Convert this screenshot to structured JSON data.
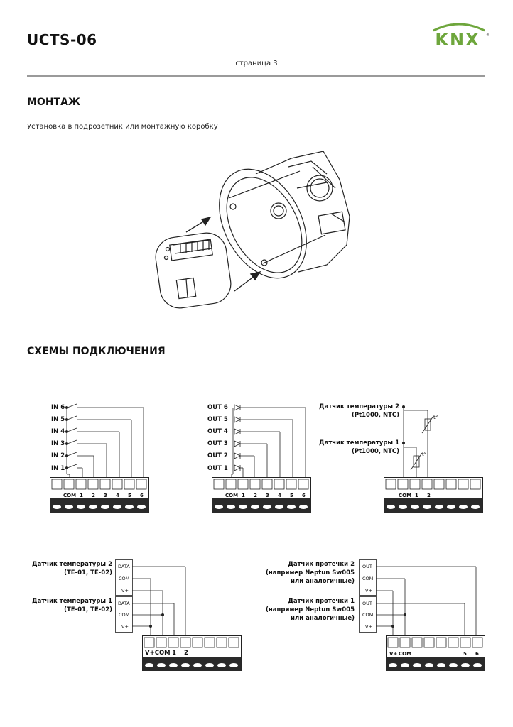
{
  "header": {
    "title": "UCTS-06",
    "logo_text": "KNX",
    "logo_mark": "®",
    "page": "страница 3"
  },
  "colors": {
    "brand_green": "#6ea63c",
    "brand_grey": "#555555",
    "rule": "#9a9a9a"
  },
  "mounting": {
    "title": "МОНТАЖ",
    "text": "Установка в подрозетник или монтажную коробку"
  },
  "wiring": {
    "title": "СХЕМЫ ПОДКЛЮЧЕНИЯ",
    "inputs": {
      "labels": [
        "IN 6",
        "IN 5",
        "IN 4",
        "IN 3",
        "IN 2",
        "IN 1"
      ],
      "terminals": [
        "COM",
        "1",
        "2",
        "3",
        "4",
        "5",
        "6"
      ]
    },
    "outputs": {
      "labels": [
        "OUT 6",
        "OUT 5",
        "OUT 4",
        "OUT 3",
        "OUT 2",
        "OUT 1"
      ],
      "terminals": [
        "COM",
        "1",
        "2",
        "3",
        "4",
        "5",
        "6"
      ]
    },
    "analog_temp": {
      "sensor2": [
        "Датчик температуры 2",
        "(Pt1000, NTC)"
      ],
      "sensor1": [
        "Датчик температуры 1",
        "(Pt1000, NTC)"
      ],
      "symbol": "t°",
      "terminals": [
        "COM",
        "1",
        "2"
      ]
    },
    "digital_temp": {
      "sensor2": [
        "Датчик температуры 2",
        "(TE-01, TE-02)"
      ],
      "sensor1": [
        "Датчик температуры 1",
        "(TE-01, TE-02)"
      ],
      "pins": [
        "DATA",
        "COM",
        "V+"
      ],
      "terminals": [
        "V+COM",
        "1",
        "2"
      ]
    },
    "leak": {
      "sensor2": [
        "Датчик протечки 2",
        "(например Neptun Sw005",
        "или аналогичные)"
      ],
      "sensor1": [
        "Датчик протечки 1",
        "(например Neptun Sw005",
        "или аналогичные)"
      ],
      "pins": [
        "OUT",
        "COM",
        "V+"
      ],
      "terminals": [
        "V+",
        "COM",
        "5",
        "6"
      ]
    }
  }
}
